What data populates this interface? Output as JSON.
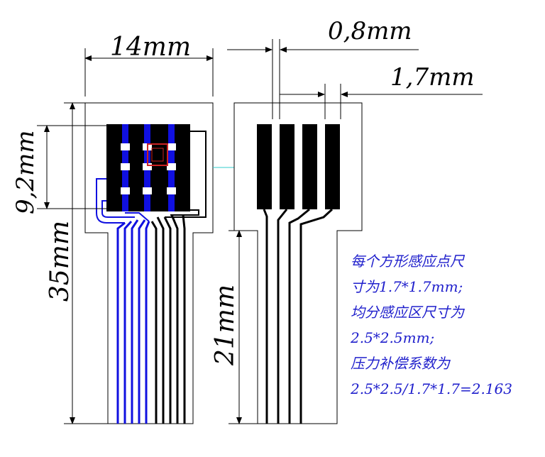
{
  "dimensions": {
    "width_left": "14mm",
    "height_sensor_area": "9,2mm",
    "tail_left": "35mm",
    "finger_gap": "0,8mm",
    "finger_width": "1,7mm",
    "tail_right": "21mm"
  },
  "notes": [
    "每个方形感应点尺",
    "寸为1.7*1.7mm;",
    "均分感应区尺寸为",
    "2.5*2.5mm;",
    "压力补偿系数为",
    "2.5*2.5/1.7*1.7=2.163"
  ],
  "colors": {
    "electrode": "#000000",
    "trace_blue": "#1010e0",
    "outline": "#000000",
    "note_text": "#1f1fcc",
    "highlight": "#cc2222",
    "connector": "#33cccc"
  }
}
